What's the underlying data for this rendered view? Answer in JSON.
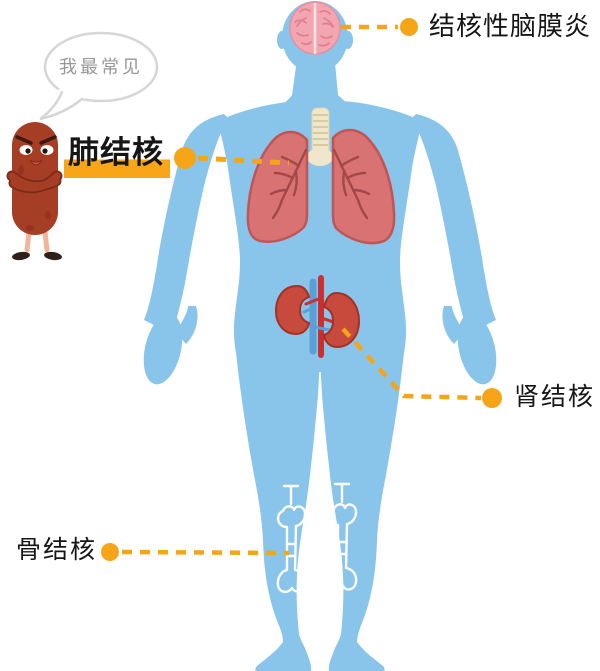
{
  "figure": {
    "kind": "medical-infographic",
    "subject": "tuberculosis sites on human body"
  },
  "character": {
    "name": "tb-bacterium-mascot",
    "speech_text": "我最常见"
  },
  "callouts": [
    {
      "id": "meningitis",
      "label": "结核性脑膜炎",
      "target": "brain",
      "emphasized": false
    },
    {
      "id": "pulmonary",
      "label": "肺结核",
      "target": "lungs",
      "emphasized": true
    },
    {
      "id": "renal",
      "label": "肾结核",
      "target": "kidneys",
      "emphasized": false
    },
    {
      "id": "bone",
      "label": "骨结核",
      "target": "leg-bones",
      "emphasized": false
    }
  ],
  "colors": {
    "accent_orange": "#F6A418",
    "highlight_bar": "#F8A517",
    "body_blue": "#89C5EA",
    "lung_fill": "#D97272",
    "lung_outline": "#C05555",
    "bronchi": "#A34848",
    "trachea": "#EFE6CC",
    "trachea_stripe": "#D8CBA2",
    "kidney_fill": "#C84A3C",
    "kidney_outline": "#A23225",
    "vessel_blue": "#5C9FD6",
    "vessel_red": "#C93030",
    "brain_pink": "#F2A6B0",
    "brain_lines": "#E27F96",
    "bone_outline": "#FFFFFF",
    "bacterium_body": "#A63D25",
    "bacterium_dark": "#7E2A18",
    "bacterium_legs": "#F2B49B",
    "bacterium_shoes": "#2F2119",
    "label_text": "#161616",
    "bubble_border": "#D6D6D6",
    "bubble_text": "#979797"
  }
}
